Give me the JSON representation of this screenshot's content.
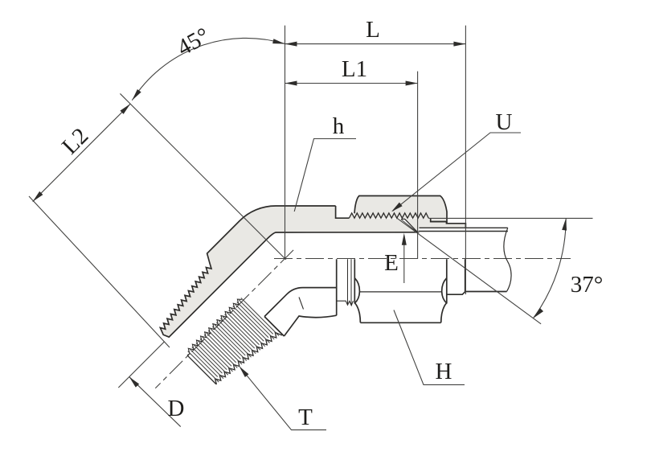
{
  "drawing": {
    "kind": "technical-dimension-diagram",
    "subject": "45-degree flare tube fitting half-section",
    "colors": {
      "background": "#ffffff",
      "line": "#2e2d2b",
      "section_fill": "#e9e8e4"
    },
    "angles": {
      "elbow": "45°",
      "flare": "37°"
    }
  },
  "labels": {
    "l": "L",
    "l1": "L1",
    "l2": "L2",
    "angle_elbow": "45°",
    "angle_flare": "37°",
    "h_small": "h",
    "u": "U",
    "e": "E",
    "h_big": "H",
    "d": "D",
    "t": "T"
  }
}
